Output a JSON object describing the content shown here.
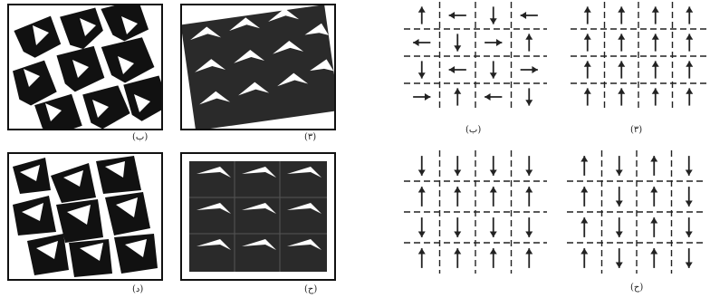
{
  "figures": {
    "left": [
      {
        "caption": "(ب)",
        "pattern": "pinwheel-rotated"
      },
      {
        "caption": "(۳)",
        "pattern": "chevron-rows-tilted"
      },
      {
        "caption": "(د)",
        "pattern": "mixed-arrows"
      },
      {
        "caption": "(ح)",
        "pattern": "chevron-grid-regular"
      }
    ],
    "right": [
      {
        "caption": "(ب)",
        "arrows": [
          "up",
          "left",
          "down",
          "left",
          "left",
          "down",
          "right",
          "up",
          "down",
          "left",
          "down",
          "right",
          "right",
          "up",
          "left",
          "down"
        ]
      },
      {
        "caption": "(۳)",
        "arrows": [
          "up",
          "up",
          "up",
          "up",
          "up",
          "up",
          "up",
          "up",
          "up",
          "up",
          "up",
          "up",
          "up",
          "up",
          "up",
          "up"
        ]
      },
      {
        "caption": "",
        "arrows": [
          "down",
          "down",
          "down",
          "down",
          "up",
          "up",
          "up",
          "up",
          "down",
          "down",
          "down",
          "down",
          "up",
          "up",
          "up",
          "up"
        ]
      },
      {
        "caption": "(ح)",
        "arrows": [
          "up",
          "down",
          "up",
          "down",
          "up",
          "down",
          "up",
          "down",
          "up",
          "down",
          "up",
          "down",
          "up",
          "down",
          "up",
          "down"
        ]
      }
    ]
  },
  "colors": {
    "ink": "#111111",
    "hatch": "#2a2a2a",
    "paper": "#ffffff",
    "grid_ink": "#222222"
  }
}
